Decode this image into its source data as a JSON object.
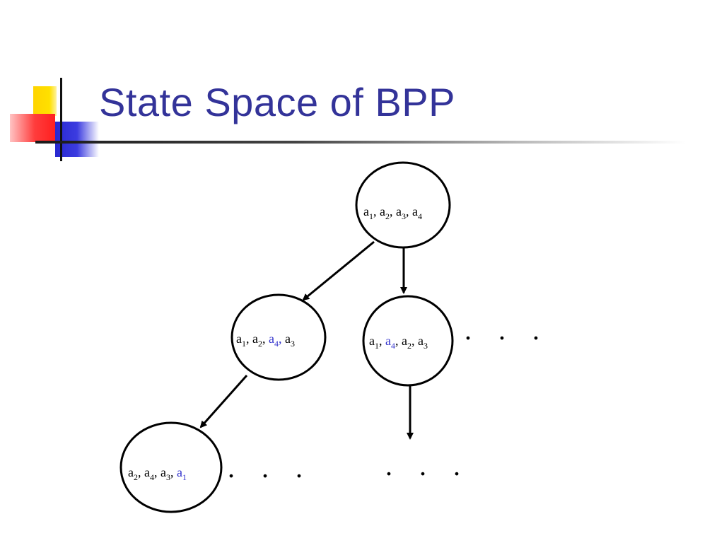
{
  "slide": {
    "title": "State Space of BPP"
  },
  "diagram": {
    "nodes": [
      {
        "id": "root",
        "label": [
          {
            "t": "a",
            "sub": "1"
          },
          {
            "t": ", a",
            "sub": "2"
          },
          {
            "t": ", a",
            "sub": "3"
          },
          {
            "t": ", a",
            "sub": "4"
          }
        ]
      },
      {
        "id": "left",
        "label": [
          {
            "t": "a",
            "sub": "1"
          },
          {
            "t": ", a",
            "sub": "2"
          },
          {
            "t": ", "
          },
          {
            "t": "a",
            "sub": "4",
            "hl": true
          },
          {
            "t": ",",
            "hl": true
          },
          {
            "t": " a",
            "sub": "3"
          }
        ]
      },
      {
        "id": "right",
        "label": [
          {
            "t": "a",
            "sub": "1"
          },
          {
            "t": ", "
          },
          {
            "t": "a",
            "sub": "4",
            "hl": true
          },
          {
            "t": ", a",
            "sub": "2"
          },
          {
            "t": ", a",
            "sub": "3"
          }
        ]
      },
      {
        "id": "bottom",
        "label": [
          {
            "t": "a",
            "sub": "2"
          },
          {
            "t": ", a",
            "sub": "4"
          },
          {
            "t": ", a",
            "sub": "3"
          },
          {
            "t": ", "
          },
          {
            "t": "a",
            "sub": "1",
            "hl": true
          }
        ]
      }
    ],
    "edges": [
      {
        "from": "root",
        "to": "left"
      },
      {
        "from": "root",
        "to": "right"
      },
      {
        "from": "left",
        "to": "bottom"
      },
      {
        "from": "right",
        "to": "continuation"
      }
    ],
    "ellipsis": [
      ". . .",
      ". . .",
      ". . ."
    ],
    "colors": {
      "highlight": "#3333cc",
      "title": "#333399",
      "stroke": "#000000"
    }
  }
}
